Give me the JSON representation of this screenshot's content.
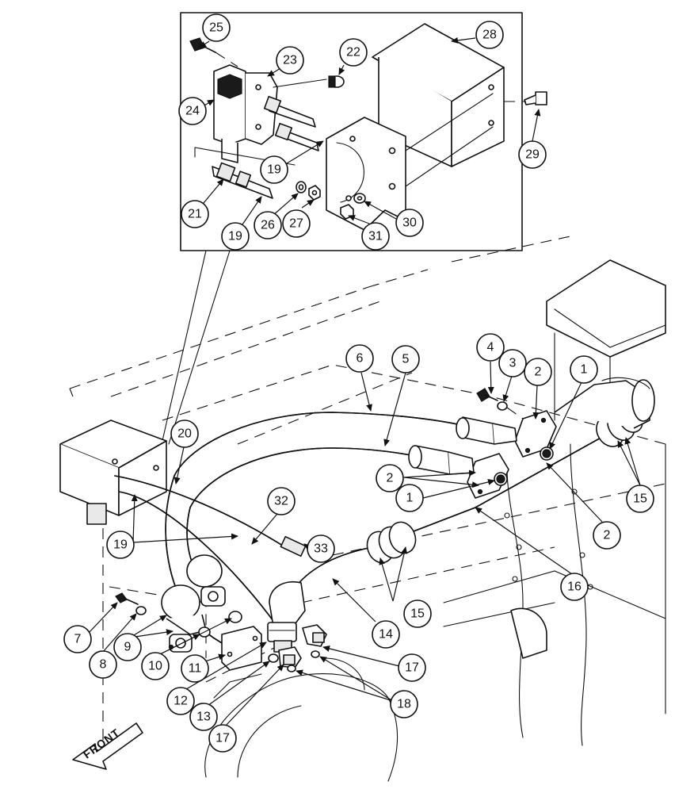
{
  "diagram": {
    "front_label": "FRONT",
    "callouts": [
      "1",
      "2",
      "3",
      "4",
      "5",
      "6",
      "7",
      "8",
      "9",
      "10",
      "11",
      "12",
      "13",
      "14",
      "15",
      "16",
      "17",
      "18",
      "19",
      "20",
      "21",
      "22",
      "23",
      "24",
      "25",
      "26",
      "27",
      "28",
      "29",
      "30",
      "31",
      "32",
      "33"
    ]
  }
}
